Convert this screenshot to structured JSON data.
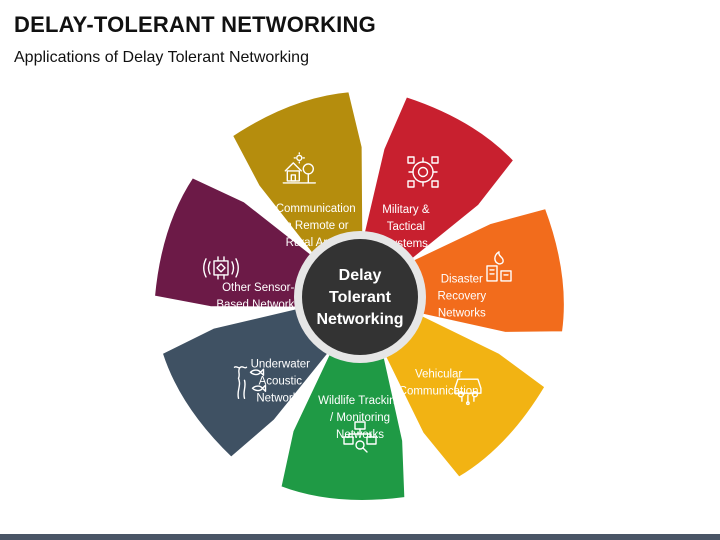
{
  "title": "DELAY-TOLERANT NETWORKING",
  "subtitle": "Applications of Delay Tolerant Networking",
  "center": {
    "lines": [
      "Delay",
      "Tolerant",
      "Networking"
    ]
  },
  "segments": [
    {
      "lines": [
        "Military &",
        "Tactical",
        "Systems"
      ],
      "color": "#c8202f",
      "icon": "target-gear-icon"
    },
    {
      "lines": [
        "Disaster",
        "Recovery",
        "Networks"
      ],
      "color": "#f26c1c",
      "icon": "building-fire-icon"
    },
    {
      "lines": [
        "Vehicular",
        "Communication"
      ],
      "color": "#f2b313",
      "icon": "connected-car-icon"
    },
    {
      "lines": [
        "Wildlife Tracking",
        "/ Monitoring",
        "Networks"
      ],
      "color": "#1f9a45",
      "icon": "network-search-icon"
    },
    {
      "lines": [
        "Underwater",
        "Acoustic",
        "Networks"
      ],
      "color": "#3f5163",
      "icon": "fish-seaweed-icon"
    },
    {
      "lines": [
        "Other Sensor-",
        "Based Networks"
      ],
      "color": "#6c1a47",
      "icon": "sensor-icon"
    },
    {
      "lines": [
        "Communication",
        "in Remote or",
        "Rural Areas"
      ],
      "color": "#b58d0d",
      "icon": "rural-house-icon"
    }
  ]
}
